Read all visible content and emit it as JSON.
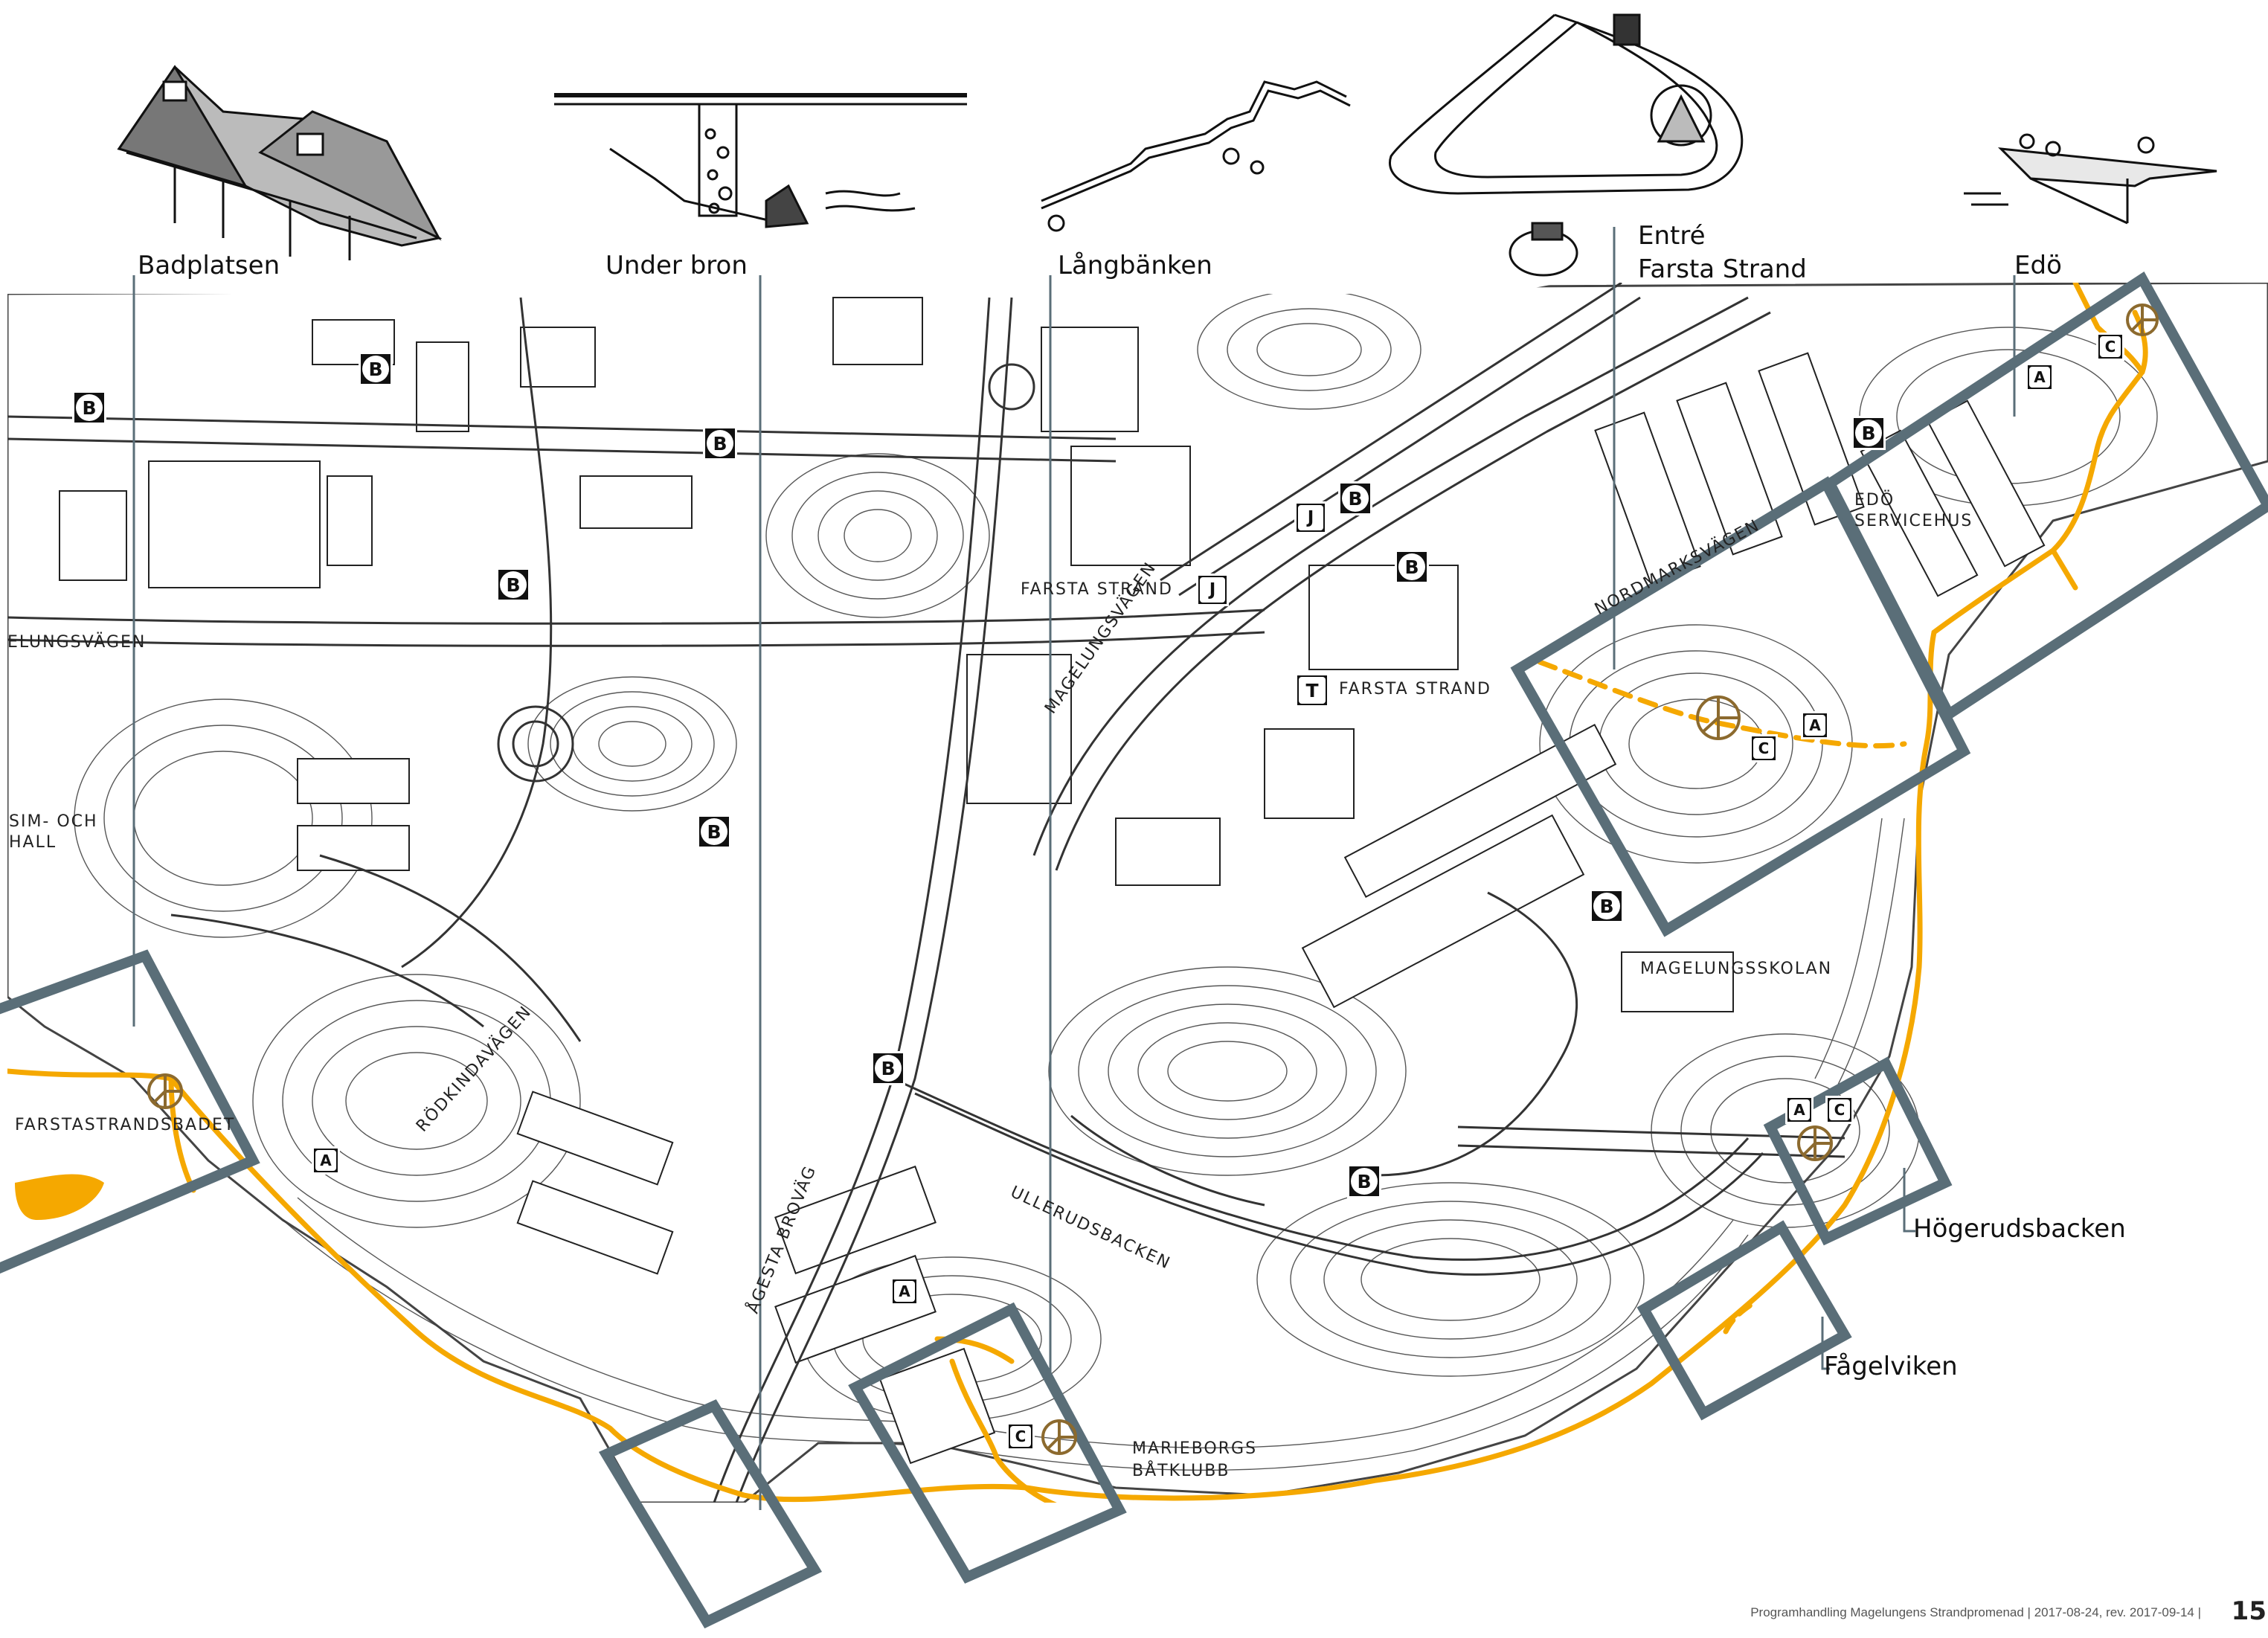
{
  "callouts": {
    "badplatsen": "Badplatsen",
    "under_bron": "Under bron",
    "langbanken": "Långbänken",
    "entre_line1": "Entré",
    "entre_line2": "Farsta Strand",
    "edo": "Edö",
    "hogerudsbacken": "Högerudsbacken",
    "fagelviken": "Fågelviken"
  },
  "place_labels": {
    "magelungsvagen_west": "ELUNGSVÄGEN",
    "magelungsvagen_diag": "MAGELUNGSVÄGEN",
    "farsta_strand_station": "FARSTA STRAND",
    "farsta_strand_metro": "FARSTA STRAND",
    "nordmarksvagen": "NORDMARKSVÄGEN",
    "edo_servicehus_1": "EDÖ",
    "edo_servicehus_2": "SERVICEHUS",
    "simhall_1": "SIM- OCH",
    "simhall_2": "HALL",
    "farstastrandsbadet": "FARSTASTRANDSBADET",
    "rodkindavagen": "RÖDKINDAVÄGEN",
    "agesta_brovag": "ÅGESTA BROVÄG",
    "ullerudsbacken": "ULLERUDSBACKEN",
    "magelungsskolan": "MAGELUNGSSKOLAN",
    "marieborgs_1": "MARIEBORGS",
    "marieborgs_2": "BÅTKLUBB"
  },
  "markers": {
    "b": "B",
    "j": "J",
    "t": "T",
    "a": "A",
    "c": "C"
  },
  "colors": {
    "promenade": "#F5A800",
    "frame": "#5A6E78",
    "ink": "#111111",
    "contour": "#3a3a3a",
    "brand_symbol": "#8C6A2E"
  },
  "icons": {
    "bus_stop": "bus-stop-icon",
    "commuter_train": "commuter-train-icon",
    "metro": "metro-icon",
    "activity": "activity-icon",
    "cafe": "cafe-icon",
    "viewpoint": "viewpoint-symbol-icon"
  },
  "footer": {
    "text": "Programhandling Magelungens Strandpromenad | 2017-08-24, rev. 2017-09-14 |",
    "page_number": "15"
  }
}
